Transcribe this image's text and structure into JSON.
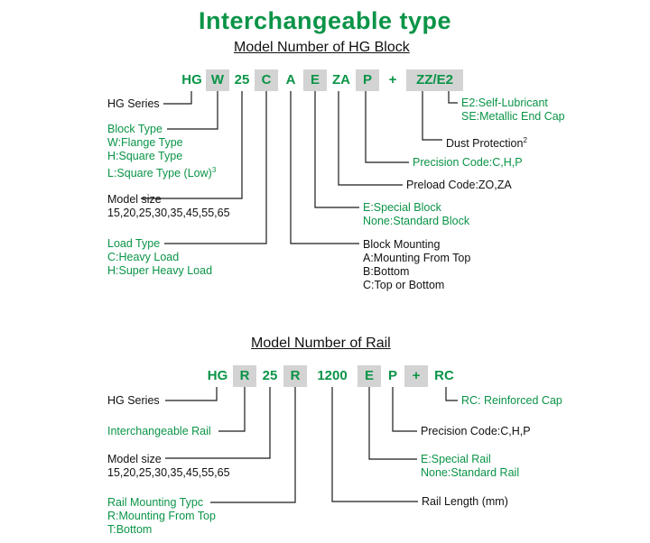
{
  "title": "Interchangeable type",
  "block": {
    "subtitle": "Model Number of HG Block",
    "code": [
      "HG",
      "W",
      "25",
      "C",
      "A",
      "E",
      "ZA",
      "P",
      "+",
      "ZZ/E2"
    ],
    "labels": {
      "series": "HG Series",
      "block_type": [
        "Block Type",
        "W:Flange Type",
        "H:Square Type",
        "L:Square Type (Low)"
      ],
      "block_type_sup": "3",
      "model_size": [
        "Model size",
        "15,20,25,30,35,45,55,65"
      ],
      "load_type": [
        "Load Type",
        "C:Heavy Load",
        "H:Super Heavy Load"
      ],
      "mounting": [
        "Block Mounting",
        "A:Mounting From Top",
        "B:Bottom",
        "C:Top or Bottom"
      ],
      "special": [
        "E:Special Block",
        "None:Standard Block"
      ],
      "preload": "Preload Code:ZO,ZA",
      "precision": "Precision Code:C,H,P",
      "dust": "Dust Protection",
      "dust_sup": "2",
      "end_cap": [
        "E2:Self-Lubricant",
        "SE:Metallic End Cap"
      ]
    }
  },
  "rail": {
    "subtitle": "Model Number of  Rail",
    "code": [
      "HG",
      "R",
      "25",
      "R",
      "1200",
      "E",
      "P",
      "+",
      "RC"
    ],
    "labels": {
      "series": "HG Series",
      "interchangeable": "Interchangeable Rail",
      "model_size": [
        "Model size",
        "15,20,25,30,35,45,55,65"
      ],
      "mounting": [
        "Rail Mounting Typc",
        "R:Mounting From Top",
        "T:Bottom"
      ],
      "length": "Rail Length (mm)",
      "special": [
        "E:Special Rail",
        "None:Standard Rail"
      ],
      "precision": "Precision Code:C,H,P",
      "cap": "RC: Reinforced Cap"
    }
  },
  "colors": {
    "accent": "#0a9447",
    "cell_bg": "#d3d3d3",
    "text": "#111111"
  }
}
